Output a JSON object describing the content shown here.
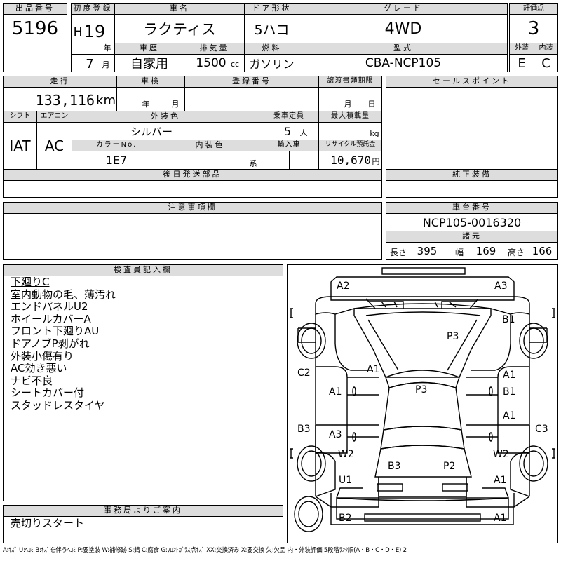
{
  "headers": {
    "lot_number": "出品番号",
    "first_registration": "初度登録",
    "car_name": "車名",
    "door_type": "ドア形状",
    "grade": "グレード",
    "score": "評価点",
    "history": "車歴",
    "displacement": "排気量",
    "fuel": "燃料",
    "model_code": "型式",
    "exterior": "外装",
    "interior": "内装",
    "mileage": "走行",
    "inspection": "車検",
    "registration_number": "登録番号",
    "transfer_deadline": "譲渡書類期限",
    "sales_points": "セールスポイント",
    "shift": "シフト",
    "aircon": "エアコン",
    "exterior_color": "外装色",
    "seating": "乗車定員",
    "max_load": "最大積載量",
    "color_no": "カラーNo.",
    "interior_color": "内装色",
    "import": "輸入車",
    "recycle_fee": "リサイクル預託金",
    "later_parts": "後日発送部品",
    "genuine_equipment": "純正装備",
    "notes": "注意事項欄",
    "chassis_number": "車台番号",
    "specs": "諸元",
    "inspector_notes": "検査員記入欄",
    "office_notice": "事務局よりご案内"
  },
  "vehicle": {
    "lot_number": "5196",
    "era": "H",
    "year": "19",
    "year_unit": "年",
    "month": "7",
    "month_unit": "月",
    "car_name": "ラクティス",
    "door_type": "5ハコ",
    "grade": "4WD",
    "score": "3",
    "history": "自家用",
    "displacement": "1500",
    "displacement_unit": "cc",
    "fuel": "ガソリン",
    "model_code": "CBA-NCP105",
    "exterior_grade": "E",
    "interior_grade": "C",
    "mileage": "133,116",
    "mileage_unit": "km",
    "inspection_year_unit": "年",
    "inspection_month_unit": "月",
    "transfer_month_unit": "月",
    "transfer_day_unit": "日",
    "shift": "IAT",
    "aircon": "AC",
    "exterior_color": "シルバー",
    "seating": "5",
    "seating_unit": "人",
    "max_load_unit": "kg",
    "color_no": "1E7",
    "interior_color_unit": "系",
    "recycle_fee": "10,670",
    "recycle_unit": "円",
    "chassis_number": "NCP105-0016320",
    "length_label": "長さ",
    "length": "395",
    "width_label": "幅",
    "width": "169",
    "height_label": "高さ",
    "height": "166"
  },
  "inspector_notes": [
    "下廻りC",
    "室内動物の毛、薄汚れ",
    "エンドパネルU2",
    "ホイールカバーA",
    "フロント下廻りAU",
    "ドアノブP剥がれ",
    "外装小傷有り",
    "AC効き悪い",
    "ナビ不良",
    "シートカバー付",
    "スタッドレスタイヤ"
  ],
  "office_notice": "売切りスタート",
  "damage_marks": {
    "a2": "A2",
    "a3": "A3",
    "b1_top": "B1",
    "p3_hood": "P3",
    "a1_windshield": "A1",
    "c2": "C2",
    "a1_left_front_door": "A1",
    "p3_roof": "P3",
    "a1_right_front_door": "A1",
    "b1_right_front_door": "B1",
    "a1_right_rear_door": "A1",
    "b3_left": "B3",
    "a3_left_rear_door": "A3",
    "c3": "C3",
    "w2_left": "W2",
    "w2_right": "W2",
    "b3_rear": "B3",
    "p2_rear": "P2",
    "u1": "U1",
    "a1_right_rear": "A1",
    "b2": "B2",
    "a1_bumper": "A1"
  },
  "legend": "A:ｷｽﾞ U:ﾍｺﾐ B:ｷｽﾞを伴うﾍｺﾐ P:要塗装 W:補修跡 S:錆 C:腐食 G:ﾌﾛﾝﾄｶﾞﾗｽ点ｷｽﾞ XX:交換済み X:要交換 欠:欠品 内・外装評価 5段階ﾗﾝｸ順(A・B・C・D・E) 2"
}
